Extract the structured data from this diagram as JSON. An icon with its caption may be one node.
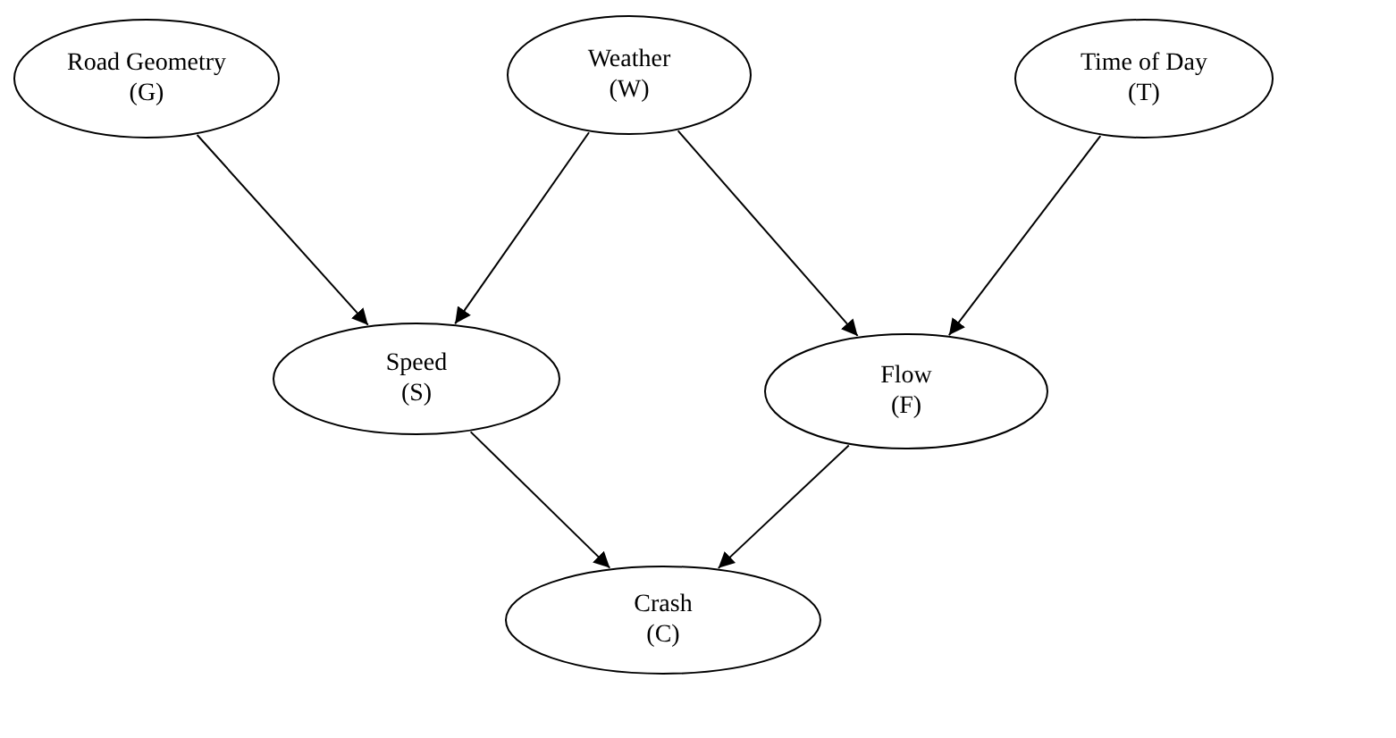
{
  "diagram": {
    "nodes": [
      {
        "text": [
          "Road Geometry",
          "(G)"
        ]
      },
      {
        "text": [
          "Weather",
          "(W)"
        ]
      },
      {
        "text": [
          "Time of Day",
          "(T)"
        ]
      },
      {
        "text": [
          "Speed",
          "(S)"
        ]
      },
      {
        "text": [
          "Flow",
          "(F)"
        ]
      },
      {
        "text": [
          "Crash",
          "(C)"
        ]
      }
    ],
    "edges": [
      {
        "from": 0,
        "to": 3,
        "arrow": "to"
      },
      {
        "from": 1,
        "to": 3,
        "arrow": "to"
      },
      {
        "from": 1,
        "to": 4,
        "arrow": "to"
      },
      {
        "from": 2,
        "to": 4,
        "arrow": "to"
      },
      {
        "from": 3,
        "to": 5,
        "arrow": "to"
      },
      {
        "from": 4,
        "to": 5,
        "arrow": "to"
      }
    ]
  }
}
